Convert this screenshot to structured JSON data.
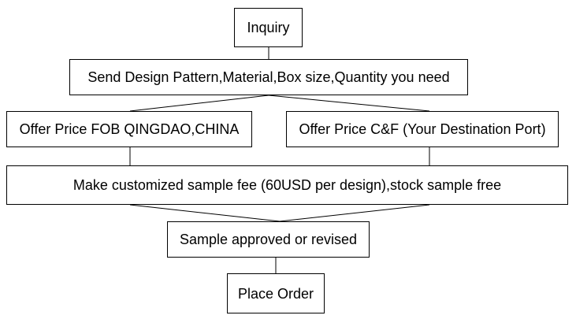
{
  "diagram": {
    "steps": {
      "inquiry": "Inquiry",
      "send_details": "Send Design Pattern,Material,Box size,Quantity you need",
      "offer_fob": "Offer Price FOB QINGDAO,CHINA",
      "offer_cf": "Offer Price C&F (Your Destination Port)",
      "sample_fee": "Make customized sample fee (60USD per design),stock sample free",
      "sample_approved": "Sample approved or revised",
      "place_order": "Place Order"
    },
    "colors": {
      "line": "#000000",
      "box_border": "#000000",
      "background": "#ffffff"
    }
  }
}
